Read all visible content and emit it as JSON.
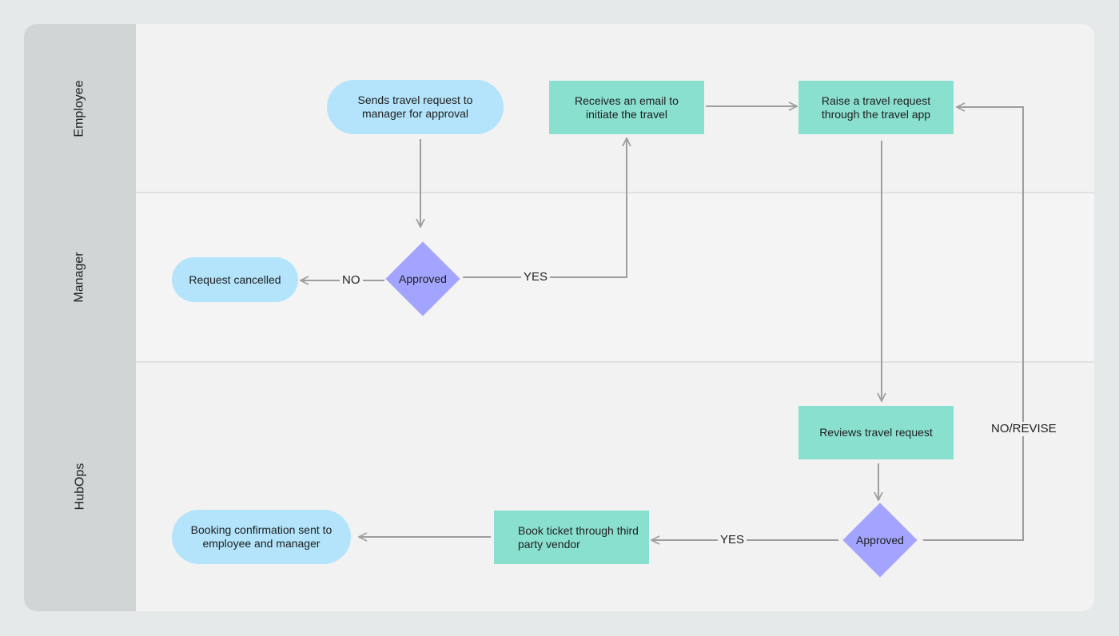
{
  "lanes": {
    "employee": "Employee",
    "manager": "Manager",
    "hubops": "HubOps"
  },
  "nodes": {
    "send_request": "Sends travel request to manager for approval",
    "receive_email": "Receives an email to initiate the travel",
    "raise_request": "Raise a travel request through the travel app",
    "request_cancelled": "Request cancelled",
    "manager_approved": "Approved",
    "reviews_request": "Reviews travel request",
    "hubops_approved": "Approved",
    "book_ticket": "Book ticket through third party vendor",
    "booking_confirmation": "Booking confirmation sent to employee and manager"
  },
  "edge_labels": {
    "manager_no": "NO",
    "manager_yes": "YES",
    "hubops_yes": "YES",
    "hubops_no_revise": "NO/REVISE"
  },
  "colors": {
    "terminal": "#b3e4fb",
    "process": "#8ae0cf",
    "decision": "#a3a4ff",
    "connector": "#9e9e9e"
  }
}
